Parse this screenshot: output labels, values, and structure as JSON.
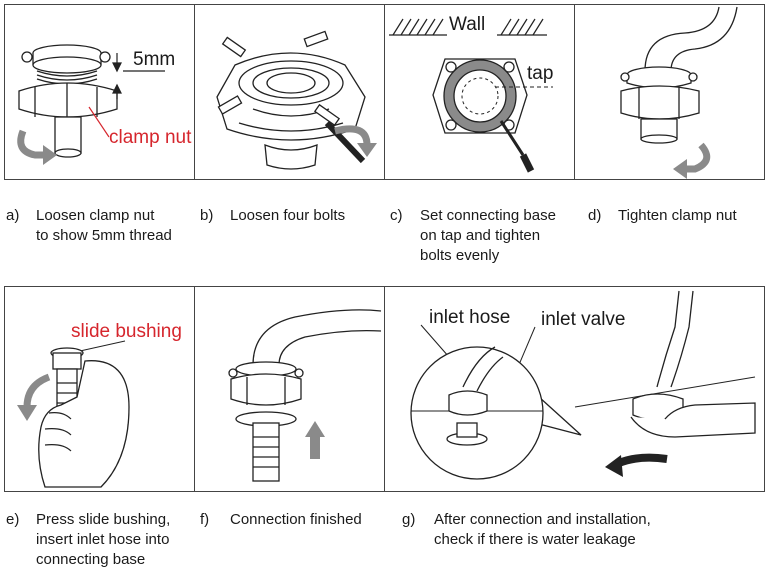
{
  "labels": {
    "thread_5mm": "5mm",
    "clamp_nut": "clamp nut",
    "wall": "Wall",
    "tap": "tap",
    "slide_bushing": "slide bushing",
    "inlet_hose": "inlet hose",
    "inlet_valve": "inlet valve"
  },
  "steps": [
    {
      "letter": "a)",
      "lines": [
        "Loosen clamp nut",
        "to show 5mm thread"
      ]
    },
    {
      "letter": "b)",
      "lines": [
        "Loosen four bolts"
      ]
    },
    {
      "letter": "c)",
      "lines": [
        "Set connecting base",
        "on tap and tighten",
        "bolts evenly"
      ]
    },
    {
      "letter": "d)",
      "lines": [
        "Tighten clamp nut"
      ]
    },
    {
      "letter": "e)",
      "lines": [
        "Press slide bushing,",
        "insert inlet hose into",
        "connecting base"
      ]
    },
    {
      "letter": "f)",
      "lines": [
        "Connection finished"
      ]
    },
    {
      "letter": "g)",
      "lines": [
        "After connection and installation,",
        "check if there is water leakage"
      ]
    }
  ],
  "colors": {
    "label_red": "#d6262d",
    "arrow_gray": "#8a8a8a",
    "line": "#222222"
  }
}
